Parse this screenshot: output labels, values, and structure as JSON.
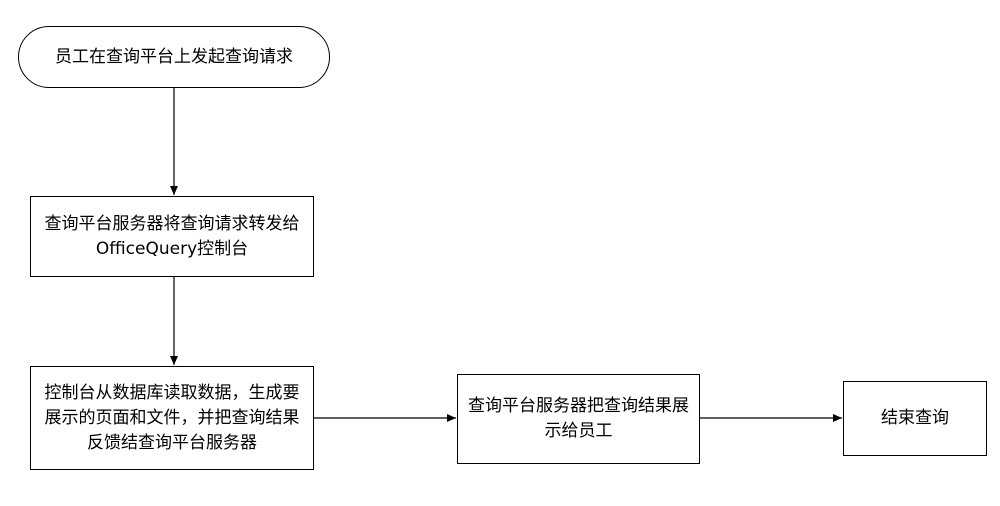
{
  "nodes": {
    "start": "员工在查询平台上发起查询请求",
    "forward": "查询平台服务器将查询请求转发给OfficeQuery控制台",
    "read": "控制台从数据库读取数据，生成要展示的页面和文件，并把查询结果反馈结查询平台服务器",
    "show": "查询平台服务器把查询结果展示给员工",
    "end": "结束查询"
  },
  "edges": [
    {
      "from": "start",
      "to": "forward"
    },
    {
      "from": "forward",
      "to": "read"
    },
    {
      "from": "read",
      "to": "show"
    },
    {
      "from": "show",
      "to": "end"
    }
  ]
}
